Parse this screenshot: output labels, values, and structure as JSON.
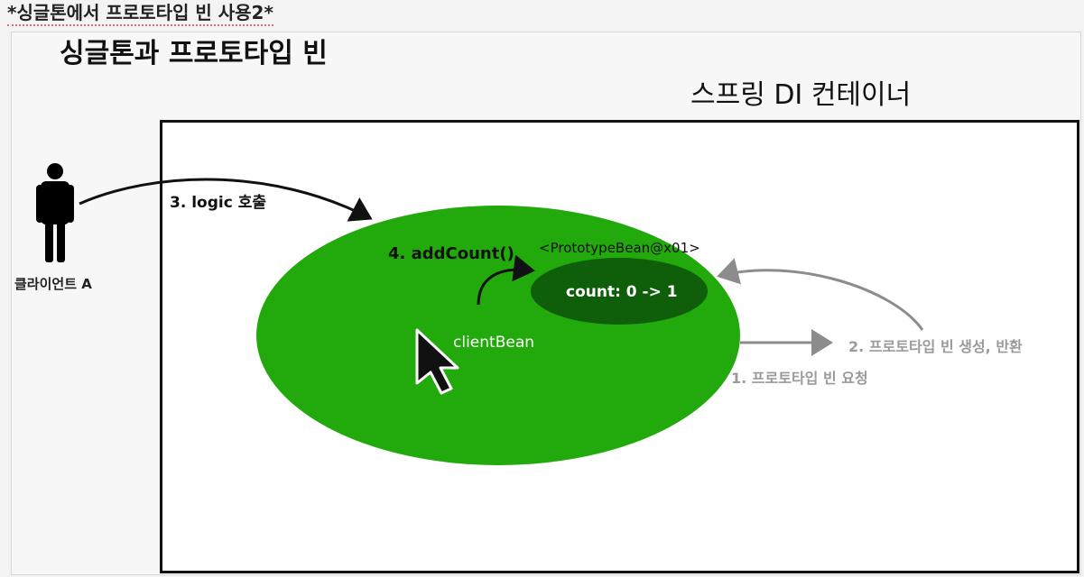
{
  "header": {
    "title": "*싱글톤에서 프로토타입 빈 사용2*"
  },
  "slide": {
    "title": "싱글톤과 프로토타입 빈",
    "container_label": "스프링 DI 컨테이너"
  },
  "client": {
    "label": "클라이언트 A",
    "icon": "person-icon"
  },
  "steps": {
    "step3": "3. logic 호출",
    "step4": "4. addCount()",
    "step2": "2. 프로토타입 빈 생성, 반환",
    "step1": "1. 프로토타입 빈 요청"
  },
  "beans": {
    "client_bean": "clientBean",
    "prototype_bean": "<PrototypeBean@x01>",
    "count": "count: 0 -> 1"
  },
  "colors": {
    "client_bean_fill": "#22a90c",
    "prototype_fill": "#0f5e0a",
    "gray_arrow": "#8c8c8c",
    "black_arrow": "#111111"
  }
}
